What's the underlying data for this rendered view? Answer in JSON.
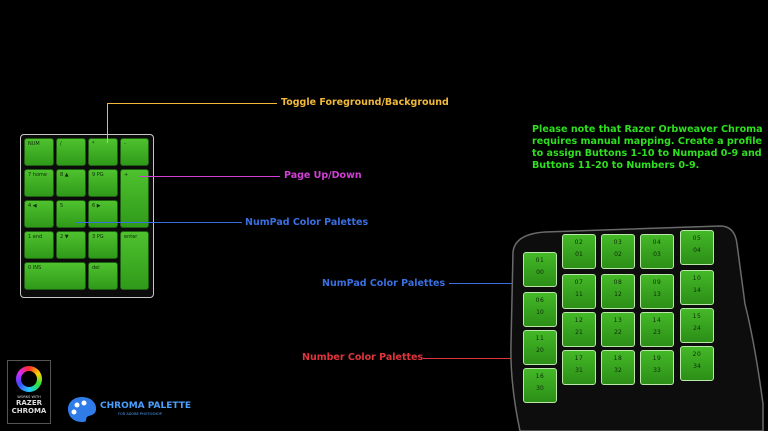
{
  "callouts": {
    "toggle": "Toggle Foreground/Background",
    "page_up_down": "Page Up/Down",
    "numpad_palettes_left": "NumPad Color Palettes",
    "numpad_palettes_right": "NumPad Color Palettes",
    "number_palettes": "Number Color Palettes"
  },
  "note": "Please note that Razer Orbweaver Chroma requires manual mapping. Create a profile to assign Buttons 1-10 to Numpad 0-9 and Buttons 11-20 to Numbers 0-9.",
  "numpad_keys": [
    "NUM",
    "/",
    "*",
    "-",
    "7 home",
    "8 ▲",
    "9 PG",
    "+",
    "4 ◀",
    "5",
    "6 ▶",
    "1 end",
    "2 ▼",
    "3 PG",
    "enter",
    "0 INS",
    "del"
  ],
  "orbweaver_keys": [
    {
      "top": "01",
      "bot": "00"
    },
    {
      "top": "02",
      "bot": "01"
    },
    {
      "top": "03",
      "bot": "02"
    },
    {
      "top": "04",
      "bot": "03"
    },
    {
      "top": "05",
      "bot": "04"
    },
    {
      "top": "06",
      "bot": "10"
    },
    {
      "top": "07",
      "bot": "11"
    },
    {
      "top": "08",
      "bot": "12"
    },
    {
      "top": "09",
      "bot": "13"
    },
    {
      "top": "10",
      "bot": "14"
    },
    {
      "top": "11",
      "bot": "20"
    },
    {
      "top": "12",
      "bot": "21"
    },
    {
      "top": "13",
      "bot": "22"
    },
    {
      "top": "14",
      "bot": "23"
    },
    {
      "top": "15",
      "bot": "24"
    },
    {
      "top": "16",
      "bot": "30"
    },
    {
      "top": "17",
      "bot": "31"
    },
    {
      "top": "18",
      "bot": "32"
    },
    {
      "top": "19",
      "bot": "33"
    },
    {
      "top": "20",
      "bot": "34"
    }
  ],
  "logos": {
    "razer_badge": [
      "WORKS WITH",
      "RAZER",
      "CHROMA"
    ],
    "chroma_palette": "CHROMA PALETTE",
    "chroma_palette_sub": "FOR ADOBE PHOTOSHOP"
  },
  "colors": {
    "toggle": "#f0b93a",
    "page": "#d23fd6",
    "numpad": "#3a6fe0",
    "number": "#e0343c",
    "note": "#2ee01f"
  }
}
